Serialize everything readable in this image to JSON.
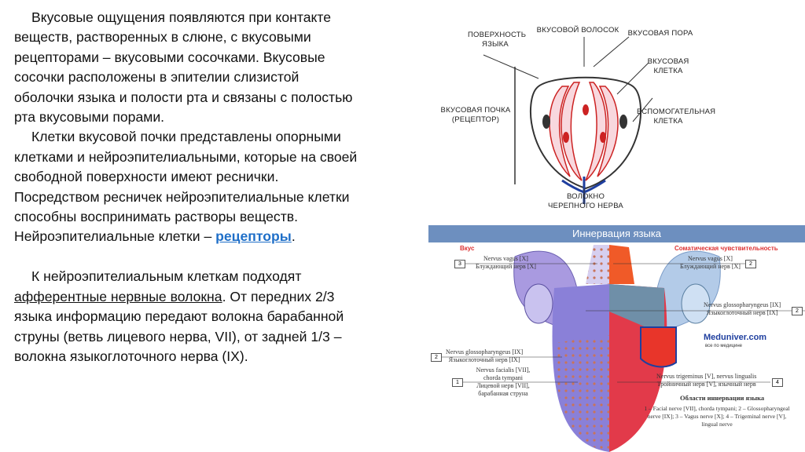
{
  "text": {
    "p1": [
      "Вкусовые ощущения появляются при контакте",
      "веществ, растворенных в слюне, с вкусовыми",
      "рецепторами – вкусовыми сосочками. Вкусовые",
      "сосочки расположены в эпителии слизистой",
      "оболочки языка и полости рта и связаны с полостью",
      "рта вкусовыми порами."
    ],
    "p2": [
      "Клетки вкусовой почки представлены опорными",
      "клетками и нейроэпителиальными, которые на своей",
      "свободной поверхности имеют реснички.",
      "Посредством ресничек нейроэпителиальные клетки",
      "способны воспринимать растворы веществ."
    ],
    "p2_last_prefix": "Нейроэпителиальные клетки – ",
    "p2_link": "рецепторы",
    "p2_last_suffix": ".",
    "p3_first": "К нейроэпителиальным клеткам подходят",
    "p3_underlined": "афферентные нервные волокна",
    "p3_after": ". От передних 2/3",
    "p3": [
      "языка информацию передают волокна барабанной",
      "струны (ветвь лицевого нерва, VII), от задней 1/3 –",
      "волокна языкоглоточного нерва (IX)."
    ]
  },
  "taste_bud": {
    "labels": {
      "surface": "Поверхность языка",
      "hair": "Вкусовой волосок",
      "pore": "Вкусовая пора",
      "cell": "Вкусовая клетка",
      "bud": "Вкусовая почка (рецептор)",
      "support": "Вспомогательная клетка",
      "nerve": "Волокно черепного нерва"
    }
  },
  "innervation": {
    "title": "Иннервация языка",
    "taste": "Вкус",
    "somatic": "Соматическая чувствительность",
    "l3_lat": "Nervus vagus [X]",
    "l3_ru": "Блуждающий нерв [X]",
    "l3_num": "3",
    "r2_lat": "Nervus vagus [X]",
    "r2_ru": "Блуждающий нерв [X]",
    "r2_num": "2",
    "r_glosso_lat": "Nervus glossopharyngeus [IX]",
    "r_glosso_ru": "Языкоглоточный нерв [IX]",
    "r_glosso_num": "2",
    "l_glosso_lat": "Nervus glossopharyngeus [IX]",
    "l_glosso_ru": "Языкоглоточный нерв [IX]",
    "l_glosso_num": "2",
    "facial_lat": "Nervus facialis [VII], chorda tympani",
    "facial_ru": "Лицевой нерв [VII], барабанная струна",
    "facial_num": "1",
    "trig_lat": "Nervus trigeminus [V], nervus lingualis",
    "trig_ru": "Тройничный нерв [V], язычный нерв",
    "trig_num": "4",
    "legend_title": "Области иннервации языка",
    "legend_text": "1 – Facial nerve [VII], chorda tympani; 2 – Glossopharyngeal nerve [IX]; 3 – Vagus nerve [X]; 4 – Trigeminal nerve [V], lingual nerve",
    "brand": "Meduniver.com",
    "brand_sub": "все по медицине"
  }
}
